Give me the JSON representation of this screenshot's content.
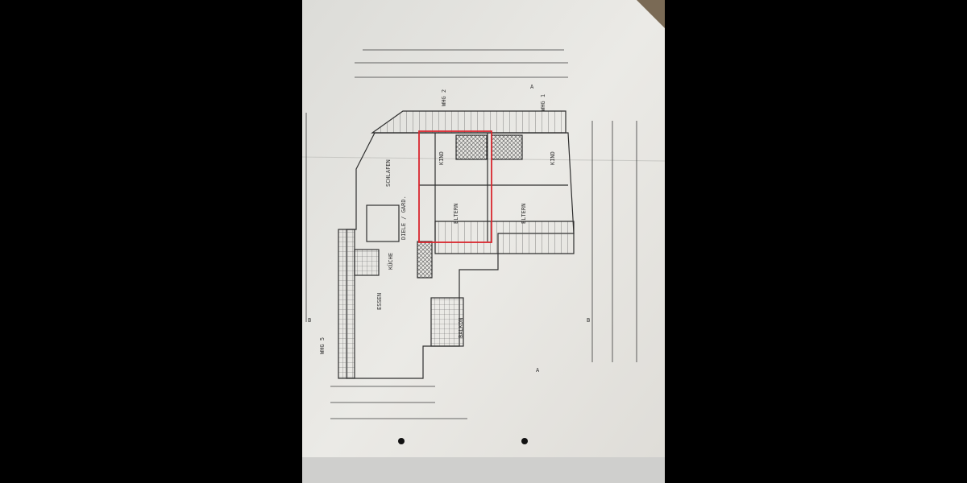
{
  "plan": {
    "units": {
      "whg2": "WHG 2",
      "whg1": "WHG 1",
      "whg5": "WHG 5"
    },
    "rooms": {
      "eltern_a": "ELTERN",
      "eltern_b": "ELTERN",
      "schlafen": "SCHLAFEN",
      "diele": "DIELE / GARD.",
      "kueche": "KÜCHE",
      "essen": "ESSEN",
      "balkon": "BALKON",
      "kind_a": "KIND",
      "kind_b": "KIND"
    },
    "section_marks": {
      "a_top": "A",
      "a_bottom": "A",
      "b_left": "B",
      "b_right": "B"
    },
    "highlight_color": "#d9262e",
    "paper_color": "#e9e8e4",
    "line_color": "#3a3a3a"
  }
}
